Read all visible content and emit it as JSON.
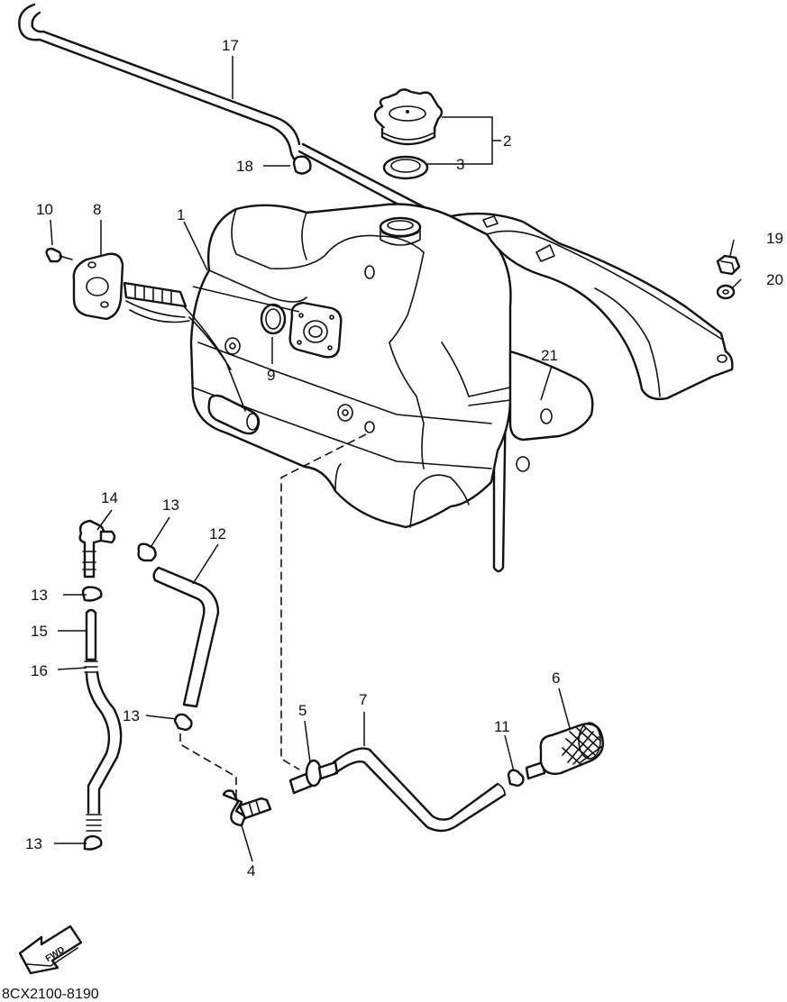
{
  "callouts": {
    "c1": "1",
    "c2": "2",
    "c3": "3",
    "c4": "4",
    "c5": "5",
    "c6": "6",
    "c7": "7",
    "c8": "8",
    "c9": "9",
    "c10": "10",
    "c11": "11",
    "c12": "12",
    "c13a": "13",
    "c13b": "13",
    "c13c": "13",
    "c13d": "13",
    "c14": "14",
    "c15": "15",
    "c16": "16",
    "c17": "17",
    "c18": "18",
    "c19": "19",
    "c20": "20",
    "c21": "21"
  },
  "fwd_label": "FWD",
  "diagram_code": "8CX2100-8190"
}
